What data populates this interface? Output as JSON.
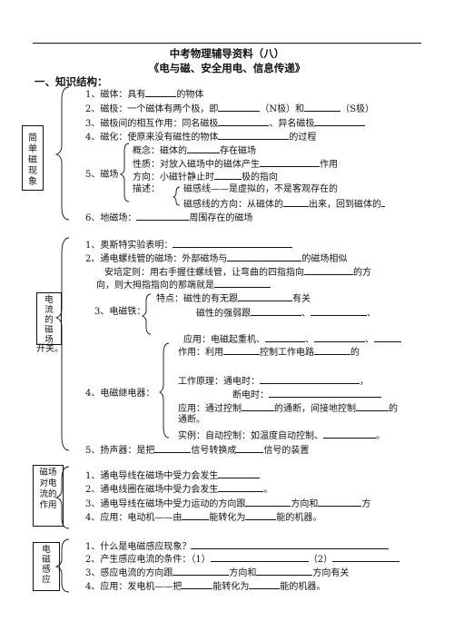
{
  "doc": {
    "title": "中考物理辅导资料（八）",
    "subtitle": "《电与磁、安全用电、信息传递》",
    "section1": "一、知识结构："
  },
  "boxes": {
    "b1": "简单磁现象",
    "b2": "电流的磁场",
    "b3": "磁场对电流的作用",
    "b4": "电磁感应"
  },
  "g1": {
    "l1a": "1、磁体：具有",
    "l1b": "的物体",
    "l2a": "2、磁极：一个磁体有两个极，即",
    "l2b": "（N极）和",
    "l2c": "（S极）",
    "l3a": "3、磁极间的相互作用：同名磁极",
    "l3b": "、异名磁极",
    "l4a": "4、磁化：使原来没有磁性的物体",
    "l4b": "的过程",
    "c1a": "概念：磁体的",
    "c1b": "存在磁场",
    "c2a": "性质：对放入磁场中的磁体产生",
    "c2b": "作用",
    "l5": "5、磁场",
    "c3a": "方向：小磁针静止时",
    "c3b": "极的指向",
    "c4": "描述：",
    "d1": "磁感线——是虚拟的，不是客观存在的",
    "d2a": "磁感线的方向：从磁体的",
    "d2b": "出来，回到磁体的",
    "l6a": "6、地磁场：",
    "l6b": "周围存在的磁场"
  },
  "g2": {
    "l1": "1、奥斯特实验表明：",
    "l2a": "2、通电螺线管的磁场：外部磁场与",
    "l2b": "的磁场相似",
    "l2c": "安培定则：用右手握住螺线管，让弯曲的四指指向",
    "l2d": "的方",
    "l2e": "向，则大拇指指向的那端就是",
    "e1a": "特点：磁性的有无跟",
    "e1b": "有关",
    "l3": "3、电磁铁：",
    "e2a": "磁性的强弱跟",
    "e2b": "、",
    "e2c": "、",
    "e3a": "应用：电磁起重机、",
    "e3b": "、",
    "e3c": "、",
    "kai": "开关。",
    "r1a": "作用：利用",
    "r1b": "控制工作电路",
    "r1c": "的",
    "r2a": "工作原理：通电时：",
    "r2b": "，",
    "l4": "4、电磁继电器：",
    "r3": "断电时：",
    "r4a": "应用：通过控制",
    "r4b": "的通断，间接地控制",
    "r4c": "的",
    "r5": "通断。",
    "r6a": "实例：自动控制：如温度自动控制、",
    "r6b": "。",
    "l5a": "5、扬声器：是把",
    "l5b": "信号转换成",
    "l5c": "信号的装置"
  },
  "g3": {
    "l1": "1、通电导线在磁场中受力会发生",
    "l2a": "2、通电线圈在磁场中受力会发生",
    "l2b": "。",
    "l3a": "3、通电导线在磁场中受力运动的方向跟",
    "l3b": "方向和",
    "l3c": "方",
    "l4a": "4、应用：电动机——由",
    "l4b": "能转化为",
    "l4c": "能的机器。"
  },
  "g4": {
    "l1": "1、什么是电磁感应现象？",
    "l2a": "2、产生感应电流的条件：（1）",
    "l2b": "（2）",
    "l3a": "3、感应电流的方向跟",
    "l3b": "方向和",
    "l3c": "方向有关",
    "l4a": "4、应用：发电机——把",
    "l4b": "能转化为",
    "l4c": "能的机器。"
  }
}
